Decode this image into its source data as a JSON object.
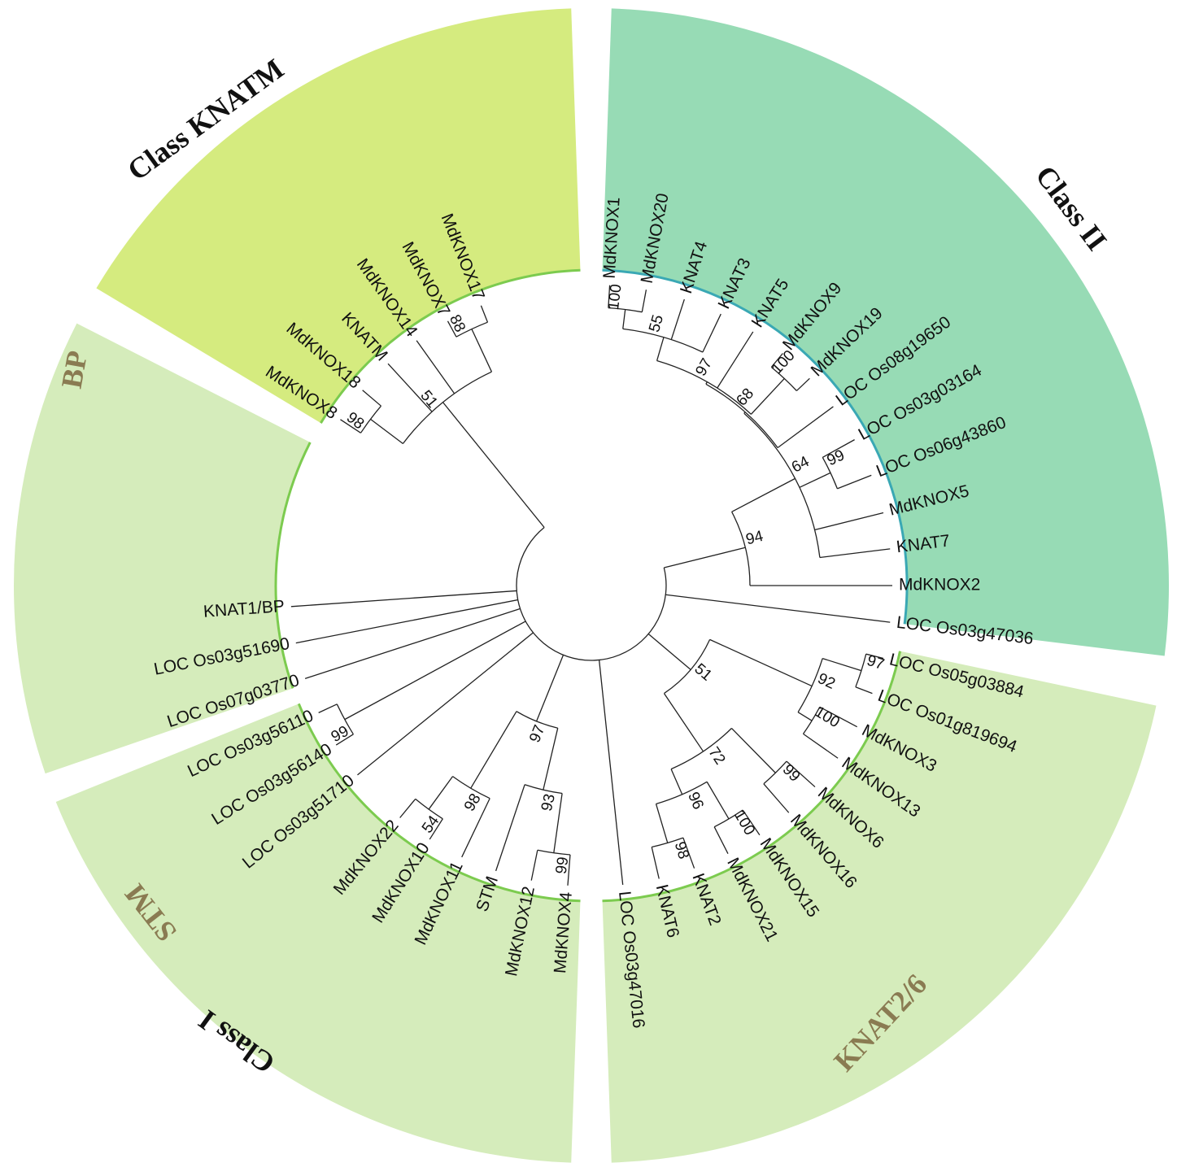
{
  "colors": {
    "classII": "#97dbb5",
    "knatm": "#d5eb7f",
    "pale": "#d5ecbb",
    "border": "#7ccb4f",
    "classIIborder": "#3aa8b4",
    "branch": "#222222",
    "clade_brown": "#8a7b52"
  },
  "clades": {
    "class_knatm": "Class KNATM",
    "class_ii": "Class II",
    "class_i": "Class I",
    "bp": "BP",
    "stm": "STM",
    "knat26": "KNAT2/6"
  },
  "leaves": [
    "MdKNOX1",
    "MdKNOX20",
    "KNAT4",
    "KNAT3",
    "KNAT5",
    "MdKNOX9",
    "MdKNOX19",
    "LOC Os08g19650",
    "LOC Os03g03164",
    "LOC Os06g43860",
    "MdKNOX5",
    "KNAT7",
    "MdKNOX2",
    "LOC Os03g47036",
    "LOC Os05g03884",
    "LOC Os01g819694",
    "MdKNOX3",
    "MdKNOX13",
    "MdKNOX6",
    "MdKNOX16",
    "MdKNOX15",
    "MdKNOX21",
    "KNAT2",
    "KNAT6",
    "LOC Os03g47016",
    "MdKNOX4",
    "MdKNOX12",
    "STM",
    "MdKNOX11",
    "MdKNOX10",
    "MdKNOX22",
    "LOC Os03g51710",
    "LOC Os03g56140",
    "LOC Os03g56110",
    "LOC Os07g03770",
    "LOC Os03g51690",
    "KNAT1/BP",
    "MdKNOX8",
    "MdKNOX18",
    "KNATM",
    "MdKNOX14",
    "MdKNOX7",
    "MdKNOX17"
  ],
  "bootstrap": [
    "100",
    "55",
    "97",
    "100",
    "68",
    "99",
    "64",
    "94",
    "92",
    "97",
    "100",
    "51",
    "72",
    "96",
    "98",
    "100",
    "99",
    "97",
    "98",
    "54",
    "93",
    "99",
    "99",
    "98",
    "51",
    "88"
  ]
}
